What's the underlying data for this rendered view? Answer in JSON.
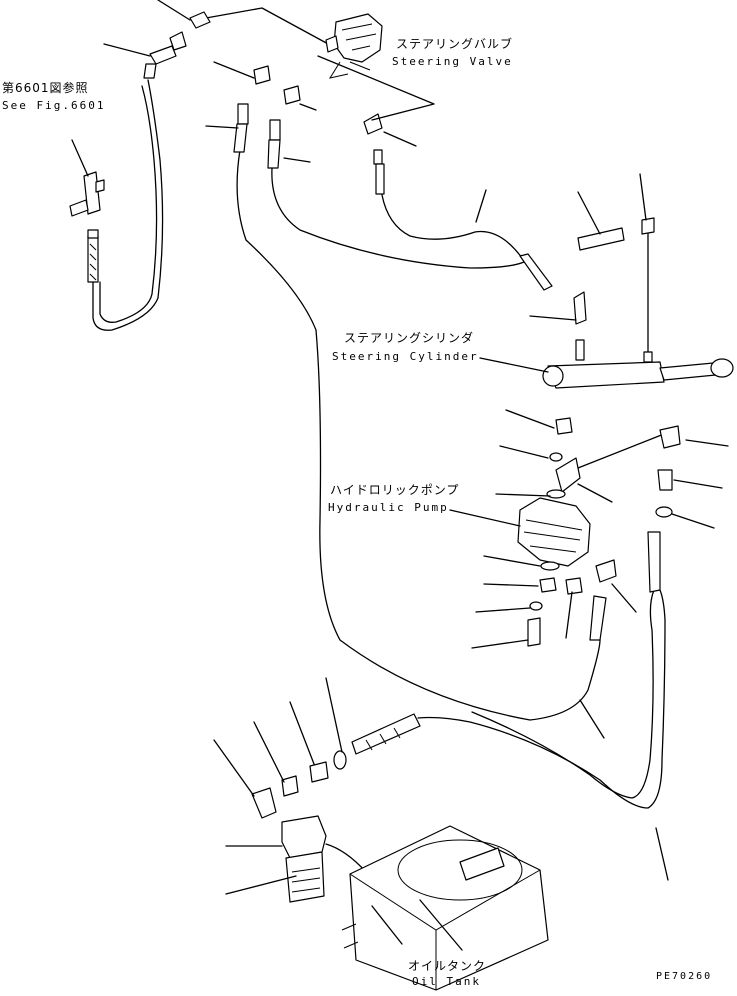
{
  "labels": {
    "steering_valve_jp": "ステアリングバルブ",
    "steering_valve_en": "Steering Valve",
    "reference_jp": "第6601図参照",
    "reference_en": "See Fig.6601",
    "steering_cylinder_jp": "ステアリングシリンダ",
    "steering_cylinder_en": "Steering Cylinder",
    "hydraulic_pump_jp": "ハイドロリックポンプ",
    "hydraulic_pump_en": "Hydraulic Pump",
    "oil_tank_jp": "オイルタンク",
    "oil_tank_en": "Oil Tank",
    "figure_code": "PE70260"
  },
  "icons": [
    "steering-valve-icon",
    "steering-cylinder-icon",
    "hydraulic-pump-icon",
    "oil-tank-icon",
    "oil-filter-icon",
    "tee-fitting-icon",
    "hose-icon",
    "elbow-fitting-icon"
  ]
}
